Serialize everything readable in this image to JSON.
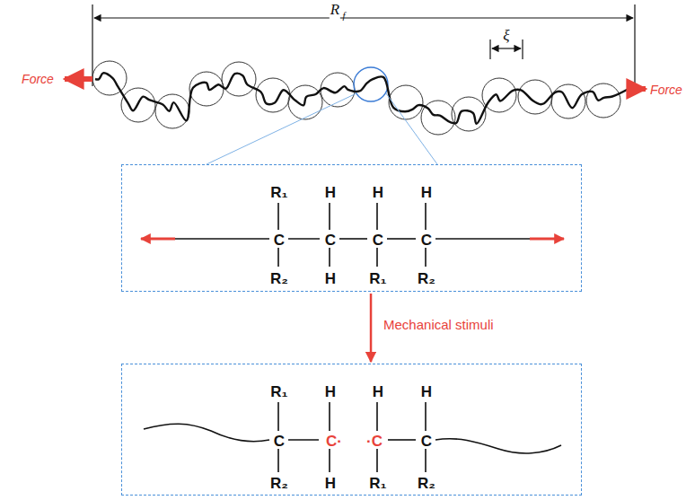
{
  "diagram": {
    "nodes": [
      {
        "text": [
          "R₁",
          "H",
          "H",
          "H",
          "C",
          "C",
          "C",
          "C",
          "R₂",
          "H",
          "R₁",
          "R₂"
        ]
      },
      {
        "text": [
          "R₁",
          "H",
          "H",
          "H",
          "C",
          "C·",
          "·C",
          "C",
          "R₂",
          "H",
          "R₁",
          "R₂"
        ]
      }
    ],
    "edges": [
      {
        "from": 0,
        "to": 1,
        "arrow": "to",
        "label": "Mechanical stimuli"
      }
    ],
    "labels": [
      "R",
      "f",
      "ξ",
      "Force",
      "Force"
    ]
  }
}
